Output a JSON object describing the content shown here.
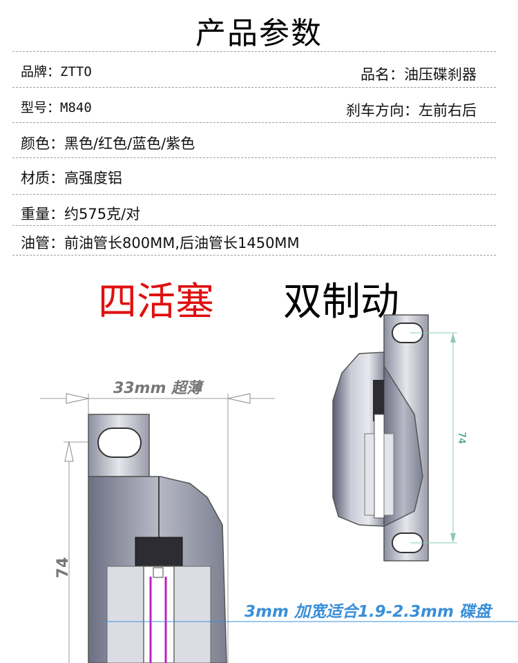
{
  "title": "产品参数",
  "specs": {
    "brand": "品牌：ZTTO",
    "name": "品名：油压碟刹器",
    "model": "型号：M840",
    "direction": "刹车方向：左前右后",
    "color": "颜色：黑色/红色/蓝色/紫色",
    "material": "材质：高强度铝",
    "weight": "重量：约575克/对",
    "hose": "油管：前油管长800MM,后油管长1450MM"
  },
  "headlines": {
    "left": "四活塞",
    "right": "双制动",
    "left_color": "#e01010",
    "right_color": "#000000"
  },
  "annotations": {
    "width": "33mm 超薄",
    "height_left": "74",
    "height_right": "74",
    "disc": "3mm 加宽适合1.9-2.3mm 碟盘",
    "disc_color": "#3a8fd8"
  }
}
